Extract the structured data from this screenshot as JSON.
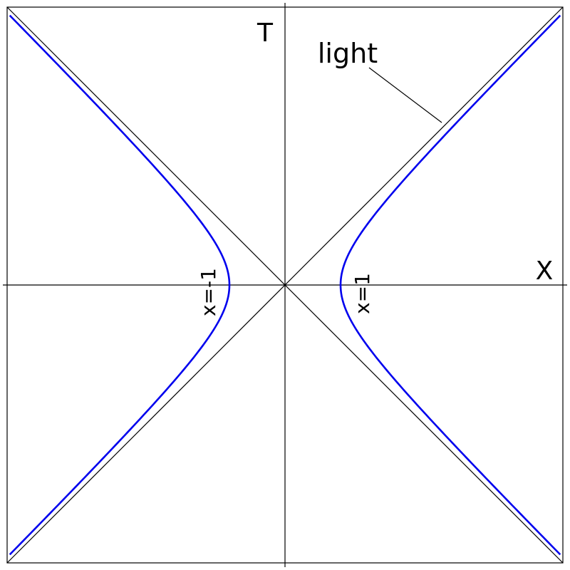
{
  "diagram": {
    "axis_labels": {
      "x": "X",
      "t": "T"
    },
    "light_label": "light",
    "hyperbola_labels": {
      "right": "x=1",
      "left": "x=-1"
    },
    "colors": {
      "hyperbola": "#0000ee",
      "lines": "#000000",
      "background": "#ffffff"
    },
    "hyperbolas": [
      {
        "name": "right",
        "x_constant": 1
      },
      {
        "name": "left",
        "x_constant": -1
      }
    ],
    "range": [
      -5,
      5
    ]
  }
}
